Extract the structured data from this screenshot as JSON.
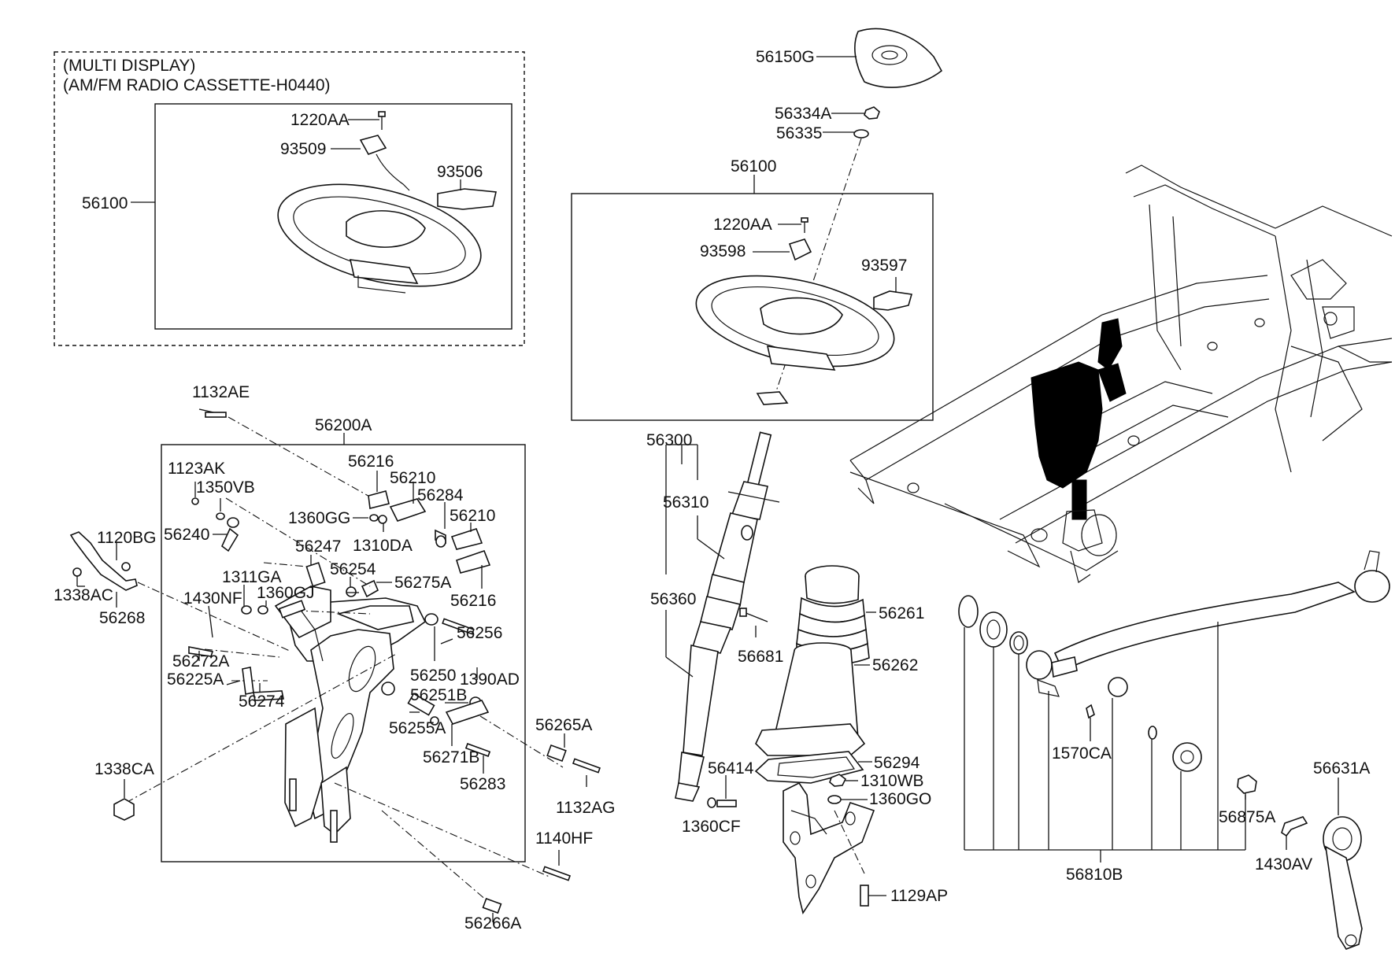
{
  "multi_display_box": {
    "title_line1": "(MULTI DISPLAY)",
    "title_line2": "(AM/FM RADIO  CASSETTE-H0440)"
  },
  "labels": {
    "l_56150G": "56150G",
    "l_56334A": "56334A",
    "l_56335": "56335",
    "l_56100_top": "56100",
    "l_1220AA_right": "1220AA",
    "l_93598": "93598",
    "l_93597": "93597",
    "l_1220AA_left": "1220AA",
    "l_93509": "93509",
    "l_93506": "93506",
    "l_56100_left": "56100",
    "l_1132AE": "1132AE",
    "l_56200A": "56200A",
    "l_1123AK": "1123AK",
    "l_1350VB": "1350VB",
    "l_56216_top": "56216",
    "l_56210_a": "56210",
    "l_56284": "56284",
    "l_56210_b": "56210",
    "l_1360GG": "1360GG",
    "l_56240": "56240",
    "l_1120BG": "1120BG",
    "l_1310DA": "1310DA",
    "l_56247": "56247",
    "l_56254": "56254",
    "l_56275A": "56275A",
    "l_56216_b": "56216",
    "l_1338AC": "1338AC",
    "l_56268": "56268",
    "l_1311GA": "1311GA",
    "l_1360GJ": "1360GJ",
    "l_1430NF": "1430NF",
    "l_56256": "56256",
    "l_56272A": "56272A",
    "l_56250": "56250",
    "l_1390AD": "1390AD",
    "l_56225A": "56225A",
    "l_56251B": "56251B",
    "l_56274": "56274",
    "l_56265A": "56265A",
    "l_56255A": "56255A",
    "l_1338CA": "1338CA",
    "l_56271B": "56271B",
    "l_56283": "56283",
    "l_1132AG": "1132AG",
    "l_1140HF": "1140HF",
    "l_56266A": "56266A",
    "l_56300": "56300",
    "l_56310": "56310",
    "l_56360": "56360",
    "l_56681": "56681",
    "l_56261": "56261",
    "l_56262": "56262",
    "l_56294": "56294",
    "l_56414": "56414",
    "l_1310WB": "1310WB",
    "l_1360GO": "1360GO",
    "l_1360CF": "1360CF",
    "l_1129AP": "1129AP",
    "l_1570CA": "1570CA",
    "l_56875A": "56875A",
    "l_56631A": "56631A",
    "l_1430AV": "1430AV",
    "l_56810B": "56810B"
  }
}
